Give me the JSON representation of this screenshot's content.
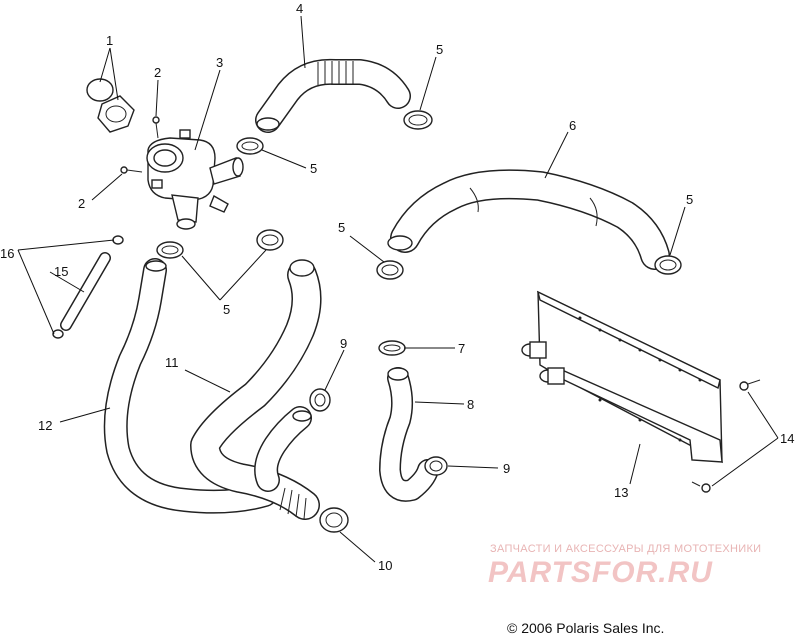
{
  "callouts": {
    "c1": "1",
    "c2a": "2",
    "c2b": "2",
    "c3": "3",
    "c4": "4",
    "c5a": "5",
    "c5b": "5",
    "c5c": "5",
    "c5d": "5",
    "c5e": "5",
    "c6": "6",
    "c7": "7",
    "c8": "8",
    "c9a": "9",
    "c9b": "9",
    "c10": "10",
    "c11": "11",
    "c12": "12",
    "c13": "13",
    "c14": "14",
    "c15": "15",
    "c16": "16"
  },
  "watermark": {
    "tagline": "ЗАПЧАСТИ И АКСЕССУАРЫ ДЛЯ МОТОТЕХНИКИ",
    "logo": "PARTSFOR.RU"
  },
  "copyright": "© 2006 Polaris Sales Inc."
}
